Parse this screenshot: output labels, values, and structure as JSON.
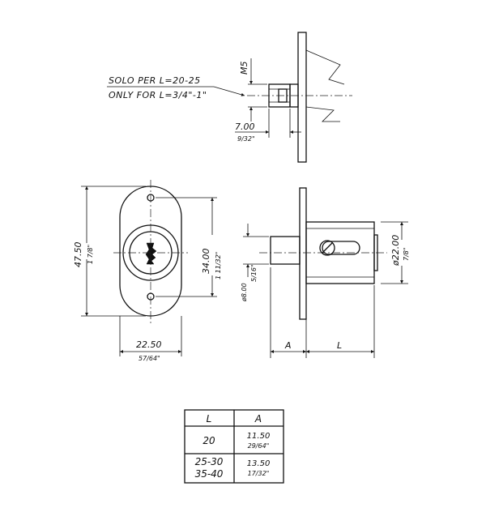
{
  "note": {
    "line1": "SOLO PER L=20-25",
    "line2": "ONLY FOR L=3/4\"-1\""
  },
  "dimensions": {
    "thread": "M5",
    "screw_depth_mm": "7.00",
    "screw_depth_in": "9/32\"",
    "height_mm": "47.50",
    "height_in": "1 7/8\"",
    "hole_spacing_mm": "34.00",
    "hole_spacing_in": "1 11/32\"",
    "width_mm": "22.50",
    "width_in": "57/64\"",
    "pin_dia_mm": "ø8.00",
    "pin_dia_in": "5/16\"",
    "body_dia_mm": "ø22.00",
    "body_dia_in": "7/8\"",
    "label_a": "A",
    "label_l": "L"
  },
  "table": {
    "headers": [
      "L",
      "A"
    ],
    "rows": [
      {
        "l": "20",
        "a_mm": "11.50",
        "a_in": "29/64\""
      },
      {
        "l": "25-30\n35-40",
        "a_mm": "13.50",
        "a_in": "17/32\""
      }
    ]
  }
}
